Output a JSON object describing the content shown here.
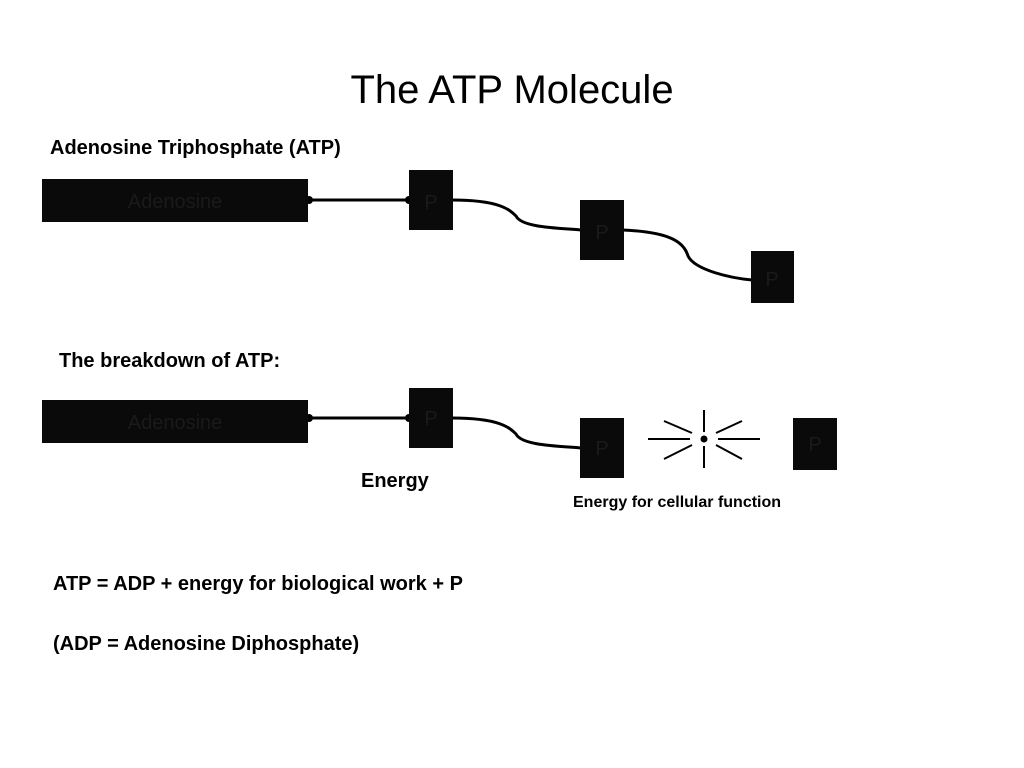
{
  "slide": {
    "title": "The ATP Molecule",
    "heading_atp": "Adenosine Triphosphate (ATP)",
    "heading_breakdown": "The breakdown of ATP:",
    "energy_label": "Energy",
    "energy_cellular_label": "Energy for cellular function",
    "equation": "ATP = ADP + energy for biological work + P",
    "adp_definition": "(ADP = Adenosine Diphosphate)"
  },
  "diagram": {
    "atp": {
      "adenosine_label": "Adenosine",
      "phosphates": [
        "P",
        "P",
        "P"
      ]
    },
    "breakdown": {
      "adenosine_label": "Adenosine",
      "phosphates": [
        "P",
        "P"
      ],
      "released_phosphate": "P"
    }
  },
  "colors": {
    "box_fill": "#0a0a0a",
    "line": "#000000",
    "box_text": "#1a1a1a"
  }
}
